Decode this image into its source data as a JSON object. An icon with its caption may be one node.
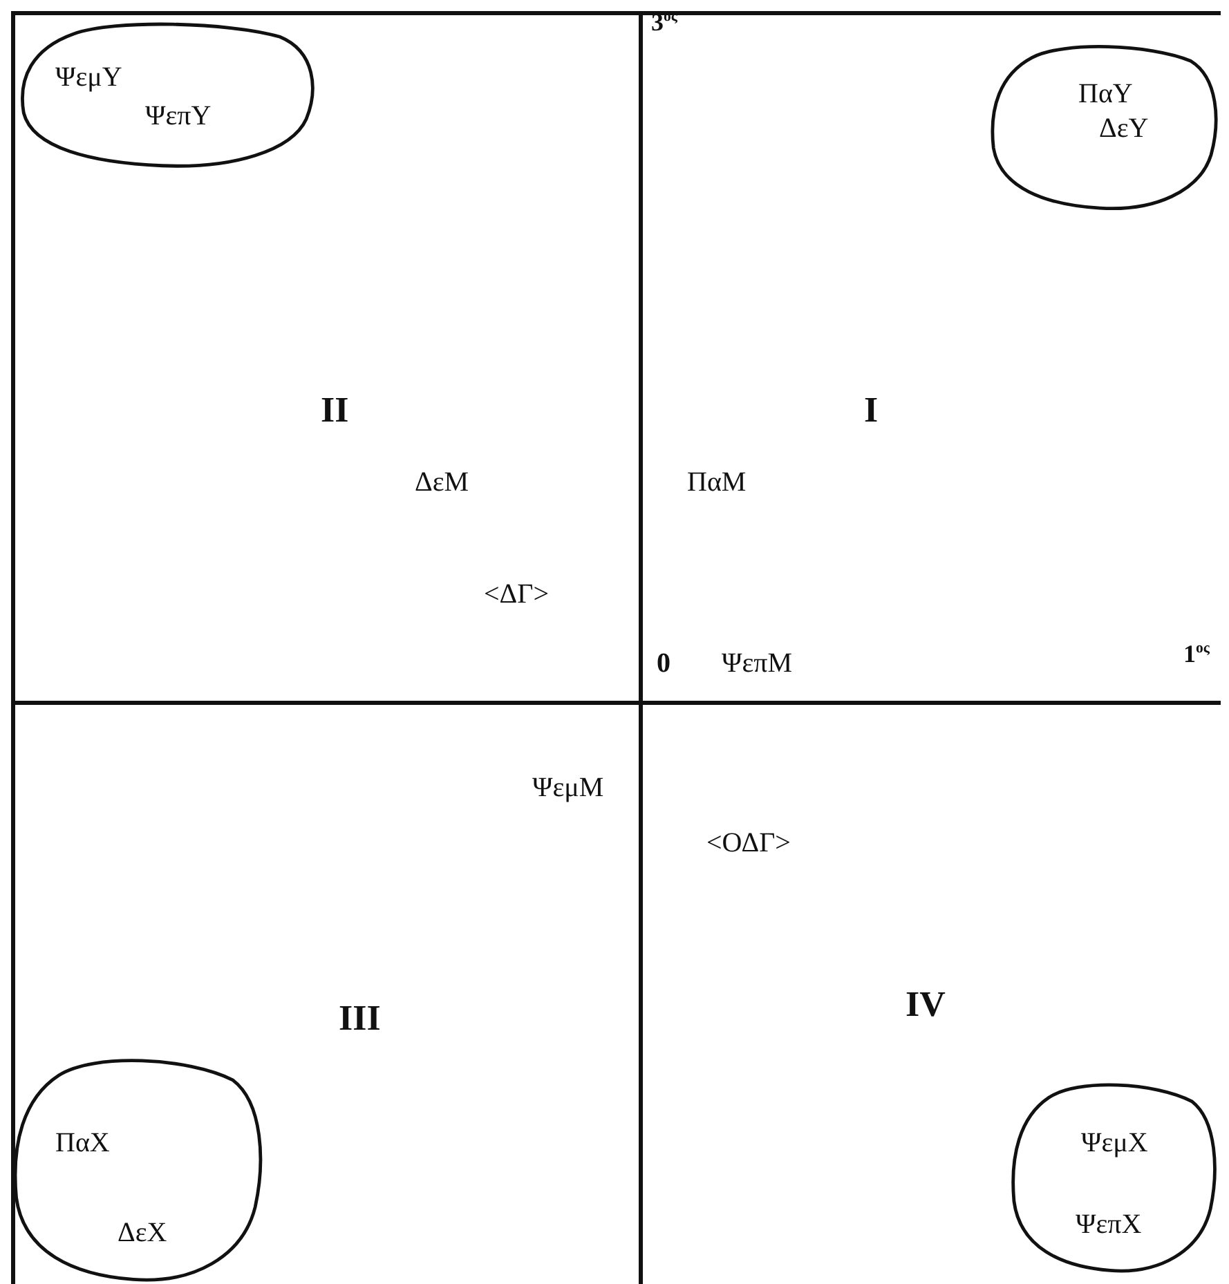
{
  "diagram": {
    "nodes": [
      {
        "text": [
          "ΨεμΥ",
          "ΨεπΥ"
        ]
      },
      {
        "text": [
          "ΠαΥ",
          "ΔεΥ"
        ]
      },
      {
        "text": [
          "ΠαΧ",
          "ΔεΧ"
        ]
      },
      {
        "text": [
          "ΨεμΧ",
          "ΨεπΧ"
        ]
      }
    ],
    "labels": [
      "3$^{ος}$",
      "II",
      "I",
      "ΔεΜ",
      "ΠαΜ",
      "<ΔΓ>",
      "0",
      "ΨεπΜ",
      "1$^{ος}$",
      "ΨεμΜ",
      "<ΟΔΓ>",
      "III",
      "IV"
    ]
  }
}
